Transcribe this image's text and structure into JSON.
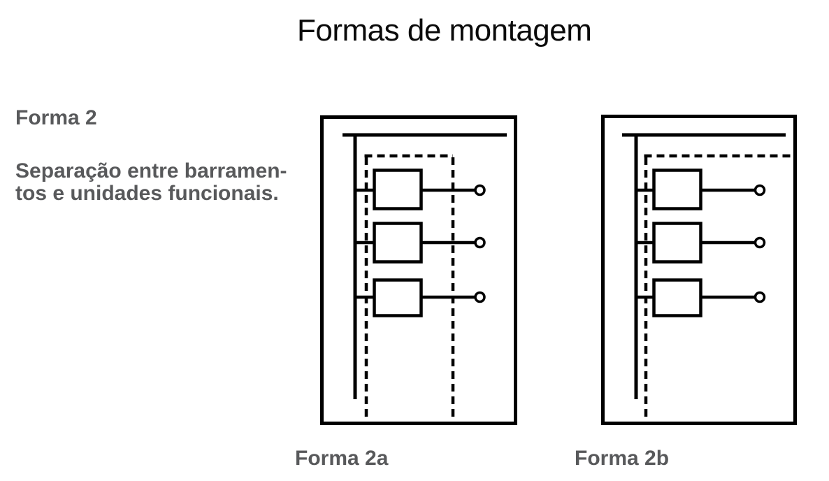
{
  "page": {
    "title": "Formas de montagem",
    "intro": {
      "heading": "Forma 2",
      "description": "Separação entre barramen-\ntos e unidades funcionais."
    },
    "figures": [
      {
        "caption": "Forma 2a"
      },
      {
        "caption": "Forma 2b"
      }
    ],
    "colors": {
      "background": "#ffffff",
      "diagram_line": "#000000",
      "title_text": "#0a0a0a",
      "body_text": "#58595b"
    }
  }
}
